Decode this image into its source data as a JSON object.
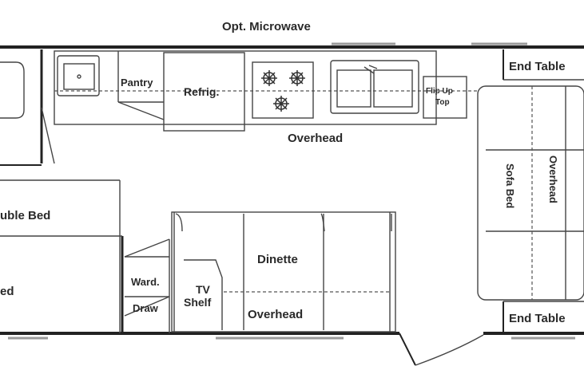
{
  "labels": {
    "opt_microwave": "Opt. Microwave",
    "pantry": "Pantry",
    "refrig": "Refrig.",
    "overhead_kitchen": "Overhead",
    "flip_up_top_1": "Flip Up",
    "flip_up_top_2": "Top",
    "end_table_top": "End Table",
    "end_table_bottom": "End Table",
    "sofa_bed": "Sofa Bed",
    "overhead_sofa": "Overhead",
    "double_bed": "uble Bed",
    "bed": "ed",
    "dinette": "Dinette",
    "overhead_dinette": "Overhead",
    "ward": "Ward.",
    "draw": "Draw",
    "tv_shelf_1": "TV",
    "tv_shelf_2": "Shelf"
  },
  "colors": {
    "wall": "#222222",
    "line": "#444444",
    "text": "#2a2a2a",
    "window": "#9a9a9a"
  },
  "icons": [
    "sink-icon",
    "stove-burner-icon",
    "double-sink-icon"
  ]
}
